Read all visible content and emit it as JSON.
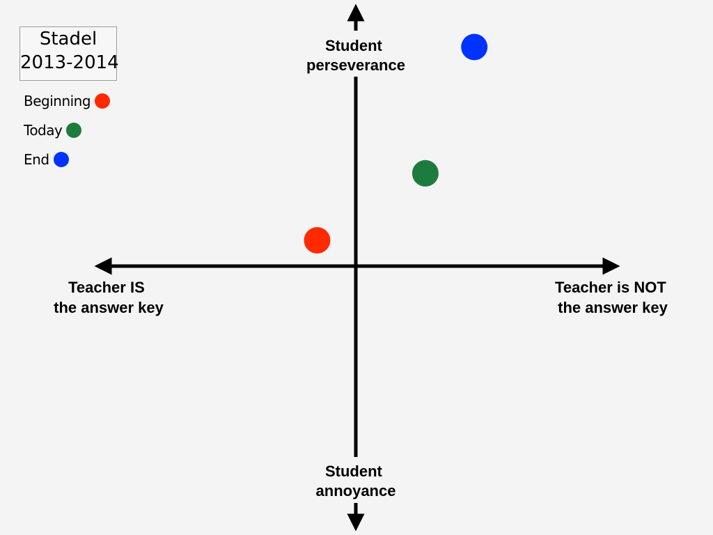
{
  "chart_data": {
    "type": "scatter",
    "title_lines": [
      "Stadel",
      "2013-2014"
    ],
    "x_axis": {
      "left_label_lines": [
        "Teacher IS",
        "the answer key"
      ],
      "right_label_lines": [
        "Teacher is NOT",
        "the answer key"
      ]
    },
    "y_axis": {
      "top_label_lines": [
        "Student",
        "perseverance"
      ],
      "bottom_label_lines": [
        "Student",
        "annoyance"
      ]
    },
    "xlim": [
      -1,
      1
    ],
    "ylim": [
      -1,
      1
    ],
    "grid": false,
    "legend_position": "top-left",
    "series": [
      {
        "name": "Beginning",
        "color": "#ff2a00",
        "x": -0.15,
        "y": 0.1
      },
      {
        "name": "Today",
        "color": "#1e7b3e",
        "x": 0.27,
        "y": 0.36
      },
      {
        "name": "End",
        "color": "#0033ff",
        "x": 0.46,
        "y": 0.85
      }
    ]
  }
}
